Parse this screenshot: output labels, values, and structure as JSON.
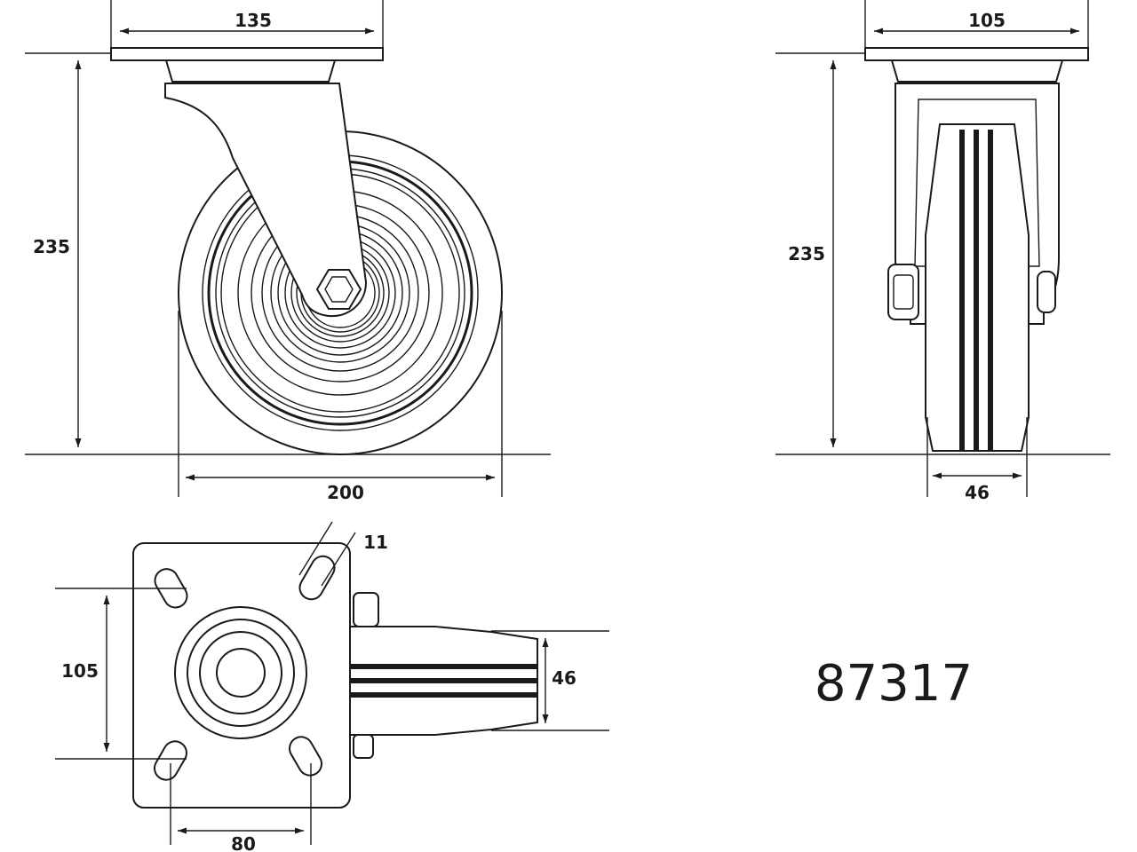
{
  "part_number": "87317",
  "dimensions": {
    "plate_length": "135",
    "total_height_side": "235",
    "wheel_diameter": "200",
    "plate_width": "105",
    "total_height_front": "235",
    "wheel_width_front": "46",
    "hole_spacing_vertical": "105",
    "hole_slot": "11",
    "wheel_width_top": "46",
    "hole_spacing_horizontal": "80"
  },
  "colors": {
    "line": "#1a1a1a",
    "background": "#ffffff"
  }
}
